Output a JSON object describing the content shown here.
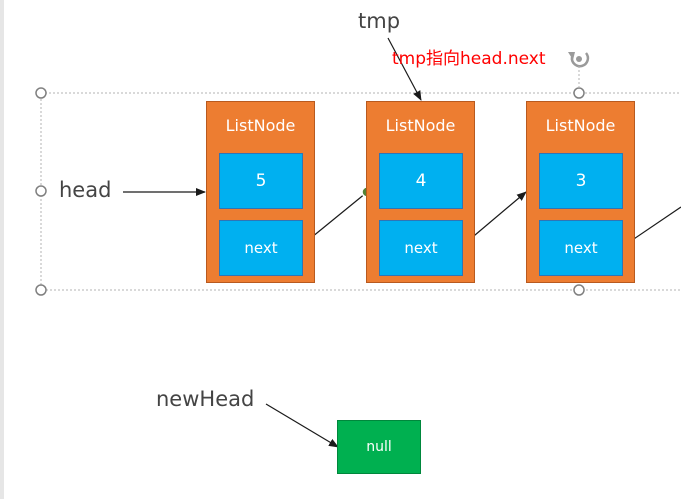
{
  "labels": {
    "tmp": "tmp",
    "tmp_note": "tmp指向head.next",
    "head": "head",
    "new_head": "newHead"
  },
  "nodes": [
    {
      "title": "ListNode",
      "value": "5",
      "next": "next"
    },
    {
      "title": "ListNode",
      "value": "4",
      "next": "next"
    },
    {
      "title": "ListNode",
      "value": "3",
      "next": "next"
    }
  ],
  "null_box": {
    "label": "null"
  },
  "colors": {
    "node_fill": "#ed7d31",
    "cell_fill": "#00b0f0",
    "null_fill": "#00b050",
    "annotation": "#ff0000",
    "selection_handle": "#808080",
    "connector_endpoint": "#548235"
  },
  "icons": {
    "rotate_handle": "rotate-icon"
  }
}
